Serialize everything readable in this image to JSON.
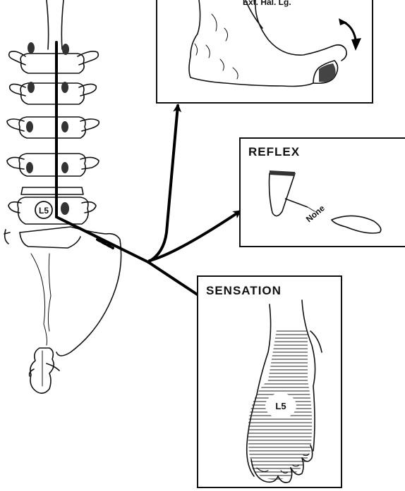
{
  "motor_panel": {
    "label": "Ext. Hal. Lg."
  },
  "reflex_panel": {
    "title": "REFLEX",
    "result": "None"
  },
  "sensation_panel": {
    "title": "SENSATION",
    "dermatome": "L5"
  },
  "spine": {
    "nerve_root": "L5"
  },
  "colors": {
    "ink": "#111111",
    "background": "#ffffff"
  }
}
